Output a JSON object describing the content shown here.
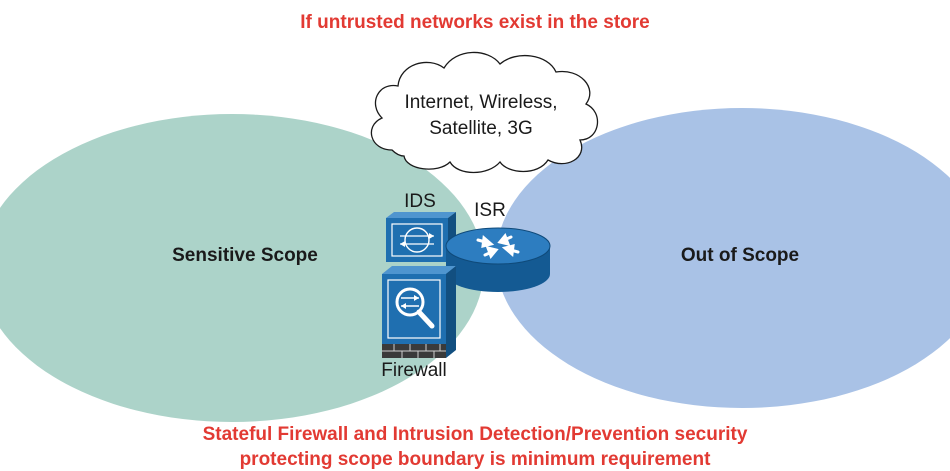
{
  "header": {
    "title": "If untrusted networks exist in the store"
  },
  "footer": {
    "line1": "Stateful Firewall and Intrusion Detection/Prevention security",
    "line2": "protecting scope boundary is minimum requirement"
  },
  "scopes": {
    "sensitive": "Sensitive Scope",
    "out": "Out of Scope"
  },
  "cloud": {
    "line1": "Internet, Wireless,",
    "line2": "Satellite, 3G"
  },
  "devices": {
    "ids": "IDS",
    "isr": "ISR",
    "firewall": "Firewall"
  },
  "colors": {
    "title_red": "#e23a33",
    "sensitive_fill": "#acd3c9",
    "out_fill": "#a9c2e6",
    "device_blue": "#1f6fb0",
    "device_dark": "#145a93"
  },
  "icons": [
    "cloud-icon",
    "ids-icon",
    "router-icon",
    "firewall-icon"
  ]
}
